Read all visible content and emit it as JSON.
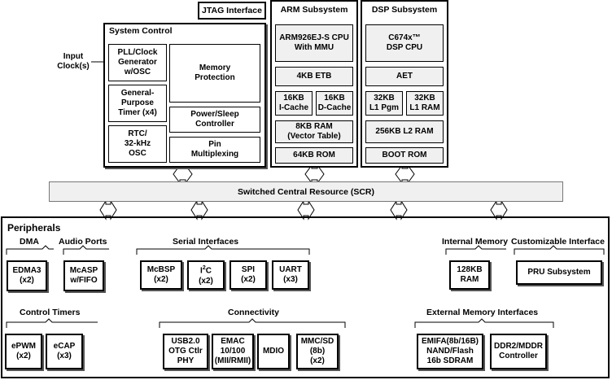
{
  "top": {
    "jtag": "JTAG Interface",
    "input_clock": "Input\nClock(s)",
    "system_control": {
      "title": "System Control",
      "pll": "PLL/Clock\nGenerator\nw/OSC",
      "timer": "General-\nPurpose\nTimer (x4)",
      "rtc": "RTC/\n32-kHz\nOSC",
      "memory_protection": "Memory\nProtection",
      "power_sleep": "Power/Sleep\nController",
      "pin_mux": "Pin\nMultiplexing"
    },
    "arm": {
      "title": "ARM Subsystem",
      "cpu": "ARM926EJ-S CPU\nWith MMU",
      "etb": "4KB ETB",
      "icache": "16KB\nI-Cache",
      "dcache": "16KB\nD-Cache",
      "ram": "8KB RAM\n(Vector Table)",
      "rom": "64KB ROM"
    },
    "dsp": {
      "title": "DSP Subsystem",
      "cpu": "C674x™\nDSP CPU",
      "aet": "AET",
      "l1pgm": "32KB\nL1 Pgm",
      "l1ram": "32KB\nL1 RAM",
      "l2ram": "256KB L2 RAM",
      "bootrom": "BOOT ROM"
    }
  },
  "scr": "Switched Central Resource (SCR)",
  "peripherals": {
    "title": "Peripherals",
    "dma": {
      "title": "DMA",
      "edma": "EDMA3\n(x2)"
    },
    "audio": {
      "title": "Audio Ports",
      "mcasp": "McASP\nw/FIFO"
    },
    "serial": {
      "title": "Serial Interfaces",
      "mcbsp": "McBSP\n(x2)",
      "i2c": "I2C\n(x2)",
      "spi": "SPI\n(x2)",
      "uart": "UART\n(x3)"
    },
    "internal_memory": {
      "title": "Internal Memory",
      "ram": "128KB\nRAM"
    },
    "custom": {
      "title": "Customizable Interface",
      "pru": "PRU Subsystem"
    },
    "timers": {
      "title": "Control Timers",
      "epwm": "ePWM\n(x2)",
      "ecap": "eCAP\n(x3)"
    },
    "connectivity": {
      "title": "Connectivity",
      "usb": "USB2.0\nOTG Ctlr\nPHY",
      "emac": "EMAC\n10/100\n(MII/RMII)",
      "mdio": "MDIO",
      "mmc": "MMC/SD\n(8b)\n(x2)"
    },
    "external_memory": {
      "title": "External Memory Interfaces",
      "emifa": "EMIFA(8b/16B)\nNAND/Flash\n16b SDRAM",
      "ddr": "DDR2/MDDR\nController"
    }
  }
}
